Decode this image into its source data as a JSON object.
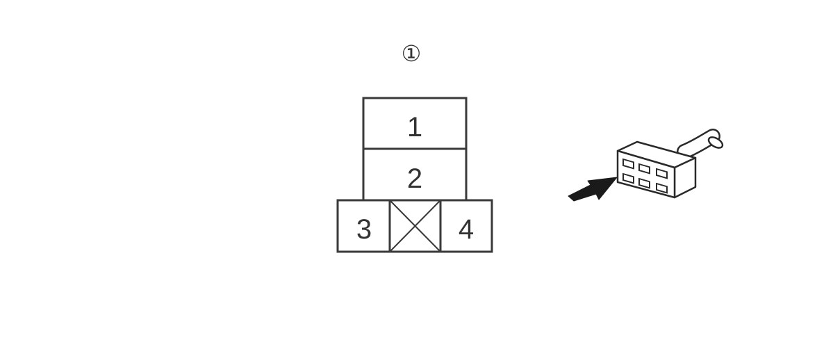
{
  "connector": {
    "id_label": "①",
    "pins": [
      {
        "number": "1"
      },
      {
        "number": "2"
      },
      {
        "number": "3"
      },
      {
        "number": "4"
      }
    ],
    "blocked_cavity": "empty-x",
    "icon": "connector-view-arrow-icon"
  },
  "colors": {
    "line": "#3a3a3a",
    "text": "#333333",
    "background": "#ffffff"
  }
}
